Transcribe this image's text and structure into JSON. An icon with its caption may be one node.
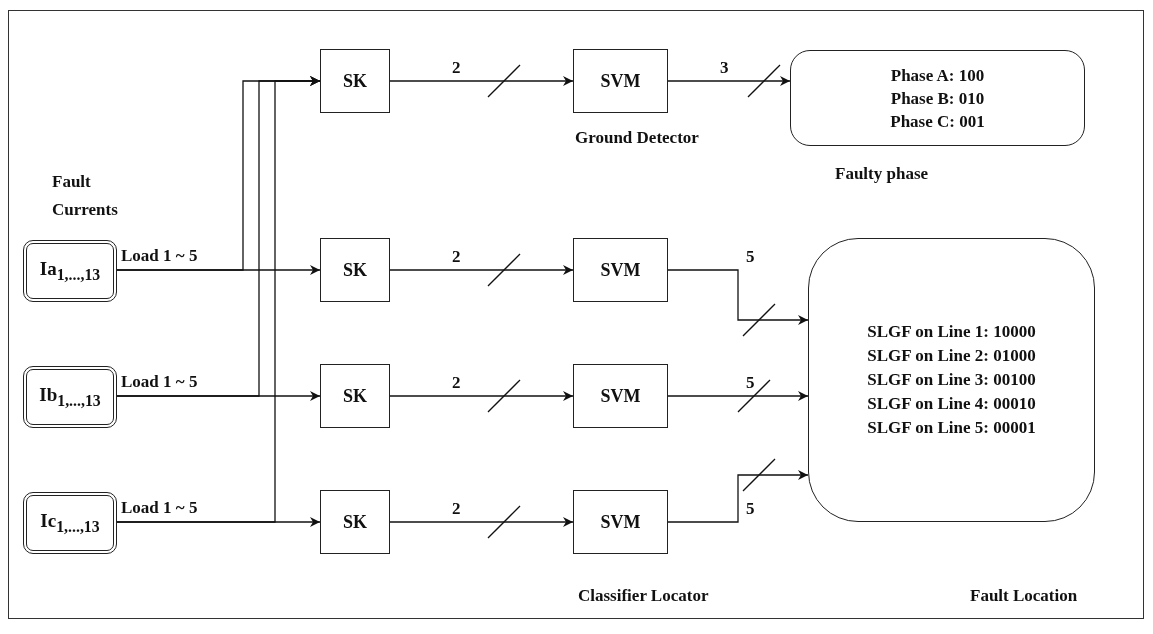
{
  "diagram": {
    "nodes": [
      {
        "text": [
          "Ia$_{1,...,13}$"
        ]
      },
      {
        "text": [
          "Ib$_{1,...,13}$"
        ]
      },
      {
        "text": [
          "Ic$_{1,...,13}$"
        ]
      },
      {
        "text": [
          "SK"
        ]
      },
      {
        "text": [
          "SVM"
        ],
        "beside": [
          "Ground Detector"
        ]
      },
      {
        "text": [
          "Phase A: 100",
          "Phase B: 010",
          "Phase C: 001"
        ],
        "beside": [
          "Faulty phase"
        ]
      },
      {
        "text": [
          "SK"
        ]
      },
      {
        "text": [
          "SVM"
        ]
      },
      {
        "text": [
          "SK"
        ]
      },
      {
        "text": [
          "SVM"
        ]
      },
      {
        "text": [
          "SK"
        ]
      },
      {
        "text": [
          "SVM"
        ]
      },
      {
        "text": [
          "SLGF on Line 1: 10000",
          "SLGF on Line 2: 01000",
          "SLGF on Line 3: 00100",
          "SLGF on Line 4: 00010",
          "SLGF on Line 5: 00001"
        ],
        "beside": [
          "Fault Location"
        ]
      }
    ],
    "edges": [
      {
        "from": 0,
        "to": 6,
        "arrow": "to",
        "label": "Load 1 ~ 5"
      },
      {
        "from": 0,
        "to": 3,
        "arrow": "to"
      },
      {
        "from": 1,
        "to": 8,
        "arrow": "to",
        "label": "Load 1 ~ 5"
      },
      {
        "from": 1,
        "to": 3,
        "arrow": "to"
      },
      {
        "from": 2,
        "to": 10,
        "arrow": "to",
        "label": "Load 1 ~ 5"
      },
      {
        "from": 2,
        "to": 3,
        "arrow": "to"
      },
      {
        "from": 3,
        "to": 4,
        "arrow": "to",
        "label": "2"
      },
      {
        "from": 4,
        "to": 5,
        "arrow": "to",
        "label": "3"
      },
      {
        "from": 6,
        "to": 7,
        "arrow": "to",
        "label": "2"
      },
      {
        "from": 7,
        "to": 12,
        "arrow": "to",
        "label": "5"
      },
      {
        "from": 8,
        "to": 9,
        "arrow": "to",
        "label": "2"
      },
      {
        "from": 9,
        "to": 12,
        "arrow": "to",
        "label": "5"
      },
      {
        "from": 10,
        "to": 11,
        "arrow": "to",
        "label": "2"
      },
      {
        "from": 11,
        "to": 12,
        "arrow": "to",
        "label": "5"
      }
    ],
    "labels": [
      "Fault Currents",
      "Classifier Locator"
    ]
  }
}
